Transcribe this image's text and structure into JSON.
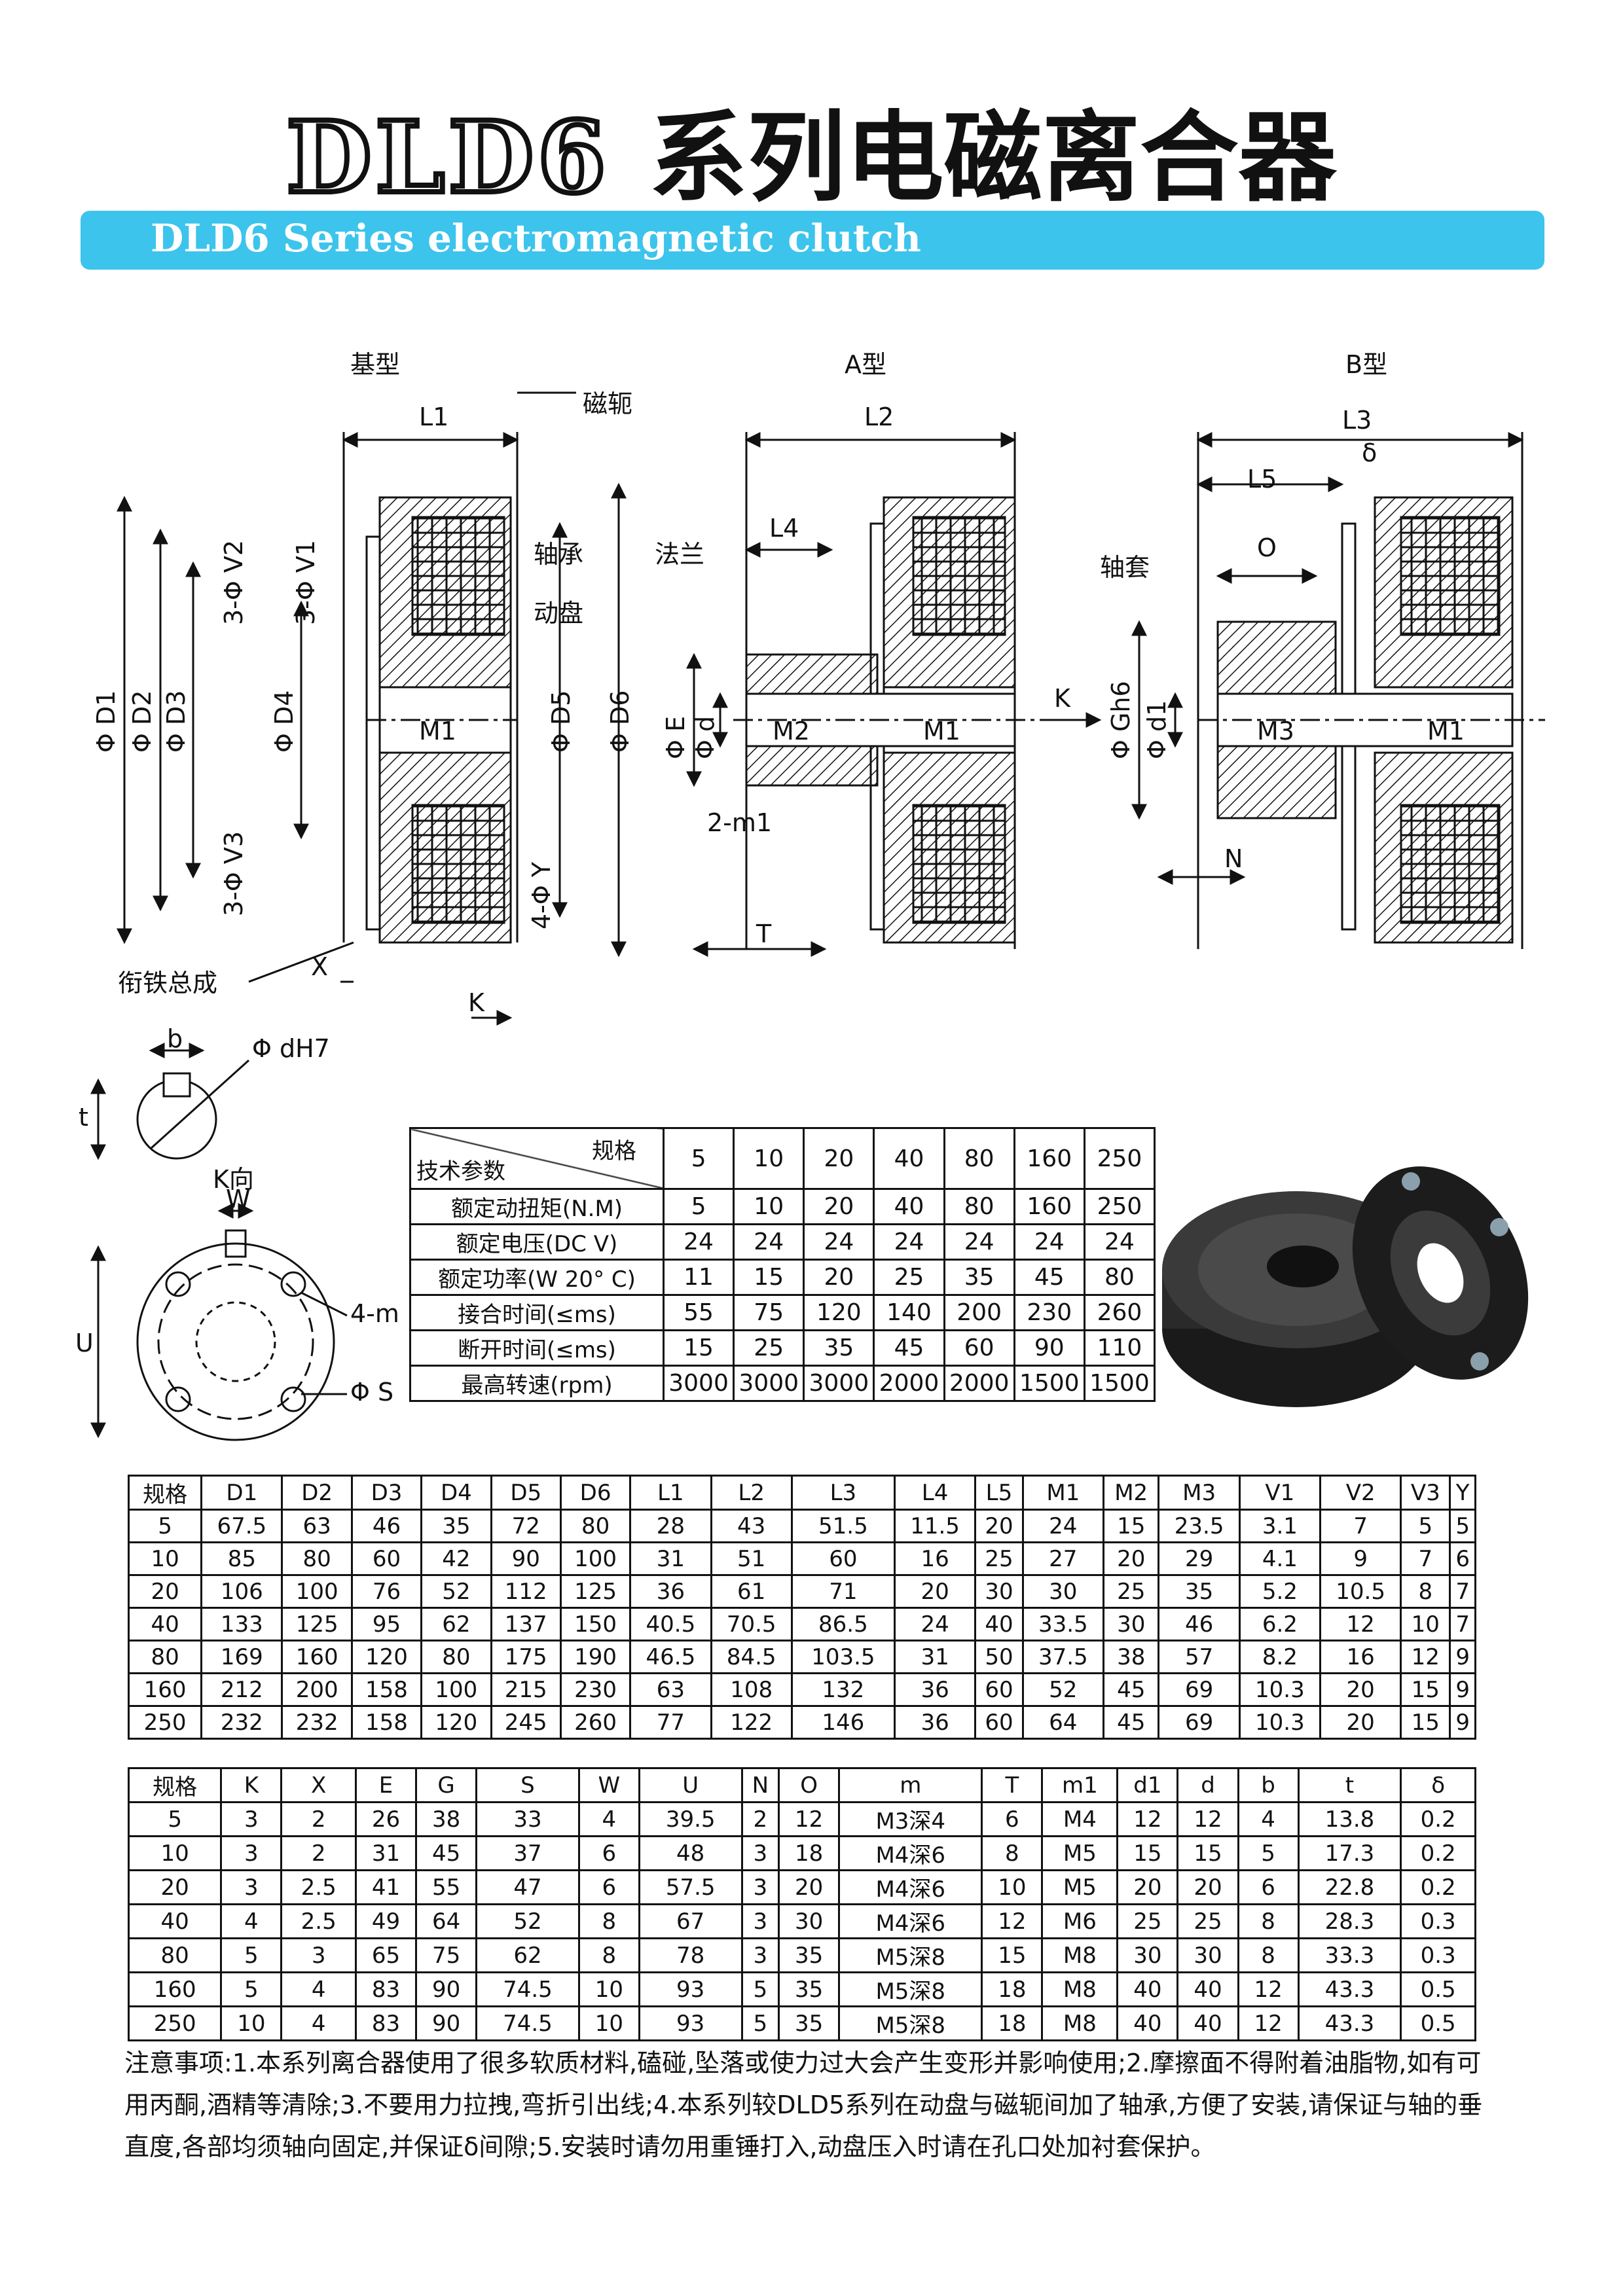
{
  "header": {
    "model": "DLD6",
    "title_cn": "系列电磁离合器",
    "subtitle_en": "DLD6 Series electromagnetic clutch"
  },
  "drawing": {
    "views": {
      "base": "基型",
      "a": "A型",
      "b": "B型"
    },
    "labels": {
      "yoke": "磁轭",
      "bearing": "轴承",
      "disc": "动盘",
      "flange": "法兰",
      "sleeve": "轴套",
      "armature": "衔铁总成",
      "k_view": "K向",
      "L1": "L1",
      "L2": "L2",
      "L3": "L3",
      "L4": "L4",
      "L5": "L5",
      "O": "O",
      "D1": "Φ D1",
      "D2": "Φ D2",
      "D3": "Φ D3",
      "D4": "Φ D4",
      "D5": "Φ D5",
      "D6": "Φ D6",
      "V1": "3-Φ V1",
      "V2": "3-Φ V2",
      "V3": "3-Φ V3",
      "Y": "4-Φ Y",
      "M1": "M1",
      "M2": "M2",
      "M3": "M3",
      "E": "Φ E",
      "d": "Φ d",
      "m1": "2-m1",
      "T": "T",
      "X": "X",
      "K": "K",
      "Karrow": "K",
      "Gh6": "Φ Gh6",
      "d1": "Φ d1",
      "N": "N",
      "delta": "δ",
      "b": "b",
      "t": "t",
      "dH7": "Φ dH7",
      "W": "W",
      "U": "U",
      "m4": "4-m",
      "S": "Φ S"
    }
  },
  "tech_table": {
    "corner_top": "规格",
    "corner_bottom": "技术参数",
    "specs": [
      "5",
      "10",
      "20",
      "40",
      "80",
      "160",
      "250"
    ],
    "rows": [
      {
        "label": "额定动扭矩(N.M)",
        "values": [
          "5",
          "10",
          "20",
          "40",
          "80",
          "160",
          "250"
        ]
      },
      {
        "label": "额定电压(DC V)",
        "values": [
          "24",
          "24",
          "24",
          "24",
          "24",
          "24",
          "24"
        ]
      },
      {
        "label": "额定功率(W 20° C)",
        "values": [
          "11",
          "15",
          "20",
          "25",
          "35",
          "45",
          "80"
        ]
      },
      {
        "label": "接合时间(≤ms)",
        "values": [
          "55",
          "75",
          "120",
          "140",
          "200",
          "230",
          "260"
        ]
      },
      {
        "label": "断开时间(≤ms)",
        "values": [
          "15",
          "25",
          "35",
          "45",
          "60",
          "90",
          "110"
        ]
      },
      {
        "label": "最高转速(rpm)",
        "values": [
          "3000",
          "3000",
          "3000",
          "2000",
          "2000",
          "1500",
          "1500"
        ]
      }
    ]
  },
  "dim_table_1": {
    "headers": [
      "规格",
      "D1",
      "D2",
      "D3",
      "D4",
      "D5",
      "D6",
      "L1",
      "L2",
      "L3",
      "L4",
      "L5",
      "M1",
      "M2",
      "M3",
      "V1",
      "V2",
      "V3",
      "Y"
    ],
    "rows": [
      [
        "5",
        "67.5",
        "63",
        "46",
        "35",
        "72",
        "80",
        "28",
        "43",
        "51.5",
        "11.5",
        "20",
        "24",
        "15",
        "23.5",
        "3.1",
        "7",
        "5",
        "5"
      ],
      [
        "10",
        "85",
        "80",
        "60",
        "42",
        "90",
        "100",
        "31",
        "51",
        "60",
        "16",
        "25",
        "27",
        "20",
        "29",
        "4.1",
        "9",
        "7",
        "6"
      ],
      [
        "20",
        "106",
        "100",
        "76",
        "52",
        "112",
        "125",
        "36",
        "61",
        "71",
        "20",
        "30",
        "30",
        "25",
        "35",
        "5.2",
        "10.5",
        "8",
        "7"
      ],
      [
        "40",
        "133",
        "125",
        "95",
        "62",
        "137",
        "150",
        "40.5",
        "70.5",
        "86.5",
        "24",
        "40",
        "33.5",
        "30",
        "46",
        "6.2",
        "12",
        "10",
        "7"
      ],
      [
        "80",
        "169",
        "160",
        "120",
        "80",
        "175",
        "190",
        "46.5",
        "84.5",
        "103.5",
        "31",
        "50",
        "37.5",
        "38",
        "57",
        "8.2",
        "16",
        "12",
        "9"
      ],
      [
        "160",
        "212",
        "200",
        "158",
        "100",
        "215",
        "230",
        "63",
        "108",
        "132",
        "36",
        "60",
        "52",
        "45",
        "69",
        "10.3",
        "20",
        "15",
        "9"
      ],
      [
        "250",
        "232",
        "232",
        "158",
        "120",
        "245",
        "260",
        "77",
        "122",
        "146",
        "36",
        "60",
        "64",
        "45",
        "69",
        "10.3",
        "20",
        "15",
        "9"
      ]
    ]
  },
  "dim_table_2": {
    "headers": [
      "规格",
      "K",
      "X",
      "E",
      "G",
      "S",
      "W",
      "U",
      "N",
      "O",
      "m",
      "T",
      "m1",
      "d1",
      "d",
      "b",
      "t",
      "δ"
    ],
    "rows": [
      [
        "5",
        "3",
        "2",
        "26",
        "38",
        "33",
        "4",
        "39.5",
        "2",
        "12",
        "M3深4",
        "6",
        "M4",
        "12",
        "12",
        "4",
        "13.8",
        "0.2"
      ],
      [
        "10",
        "3",
        "2",
        "31",
        "45",
        "37",
        "6",
        "48",
        "3",
        "18",
        "M4深6",
        "8",
        "M5",
        "15",
        "15",
        "5",
        "17.3",
        "0.2"
      ],
      [
        "20",
        "3",
        "2.5",
        "41",
        "55",
        "47",
        "6",
        "57.5",
        "3",
        "20",
        "M4深6",
        "10",
        "M5",
        "20",
        "20",
        "6",
        "22.8",
        "0.2"
      ],
      [
        "40",
        "4",
        "2.5",
        "49",
        "64",
        "52",
        "8",
        "67",
        "3",
        "30",
        "M4深6",
        "12",
        "M6",
        "25",
        "25",
        "8",
        "28.3",
        "0.3"
      ],
      [
        "80",
        "5",
        "3",
        "65",
        "75",
        "62",
        "8",
        "78",
        "3",
        "35",
        "M5深8",
        "15",
        "M8",
        "30",
        "30",
        "8",
        "33.3",
        "0.3"
      ],
      [
        "160",
        "5",
        "4",
        "83",
        "90",
        "74.5",
        "10",
        "93",
        "5",
        "35",
        "M5深8",
        "18",
        "M8",
        "40",
        "40",
        "12",
        "43.3",
        "0.5"
      ],
      [
        "250",
        "10",
        "4",
        "83",
        "90",
        "74.5",
        "10",
        "93",
        "5",
        "35",
        "M5深8",
        "18",
        "M8",
        "40",
        "40",
        "12",
        "43.3",
        "0.5"
      ]
    ]
  },
  "notes": "注意事项:1.本系列离合器使用了很多软质材料,磕碰,坠落或使力过大会产生变形并影响使用;2.摩擦面不得附着油脂物,如有可用丙酮,酒精等清除;3.不要用力拉拽,弯折引出线;4.本系列较DLD5系列在动盘与磁轭间加了轴承,方便了安装,请保证与轴的垂直度,各部均须轴向固定,并保证δ间隙;5.安装时请勿用重锤打入,动盘压入时请在孔口处加衬套保护。",
  "colors": {
    "banner": "#3cc4ec",
    "ink": "#111111"
  }
}
